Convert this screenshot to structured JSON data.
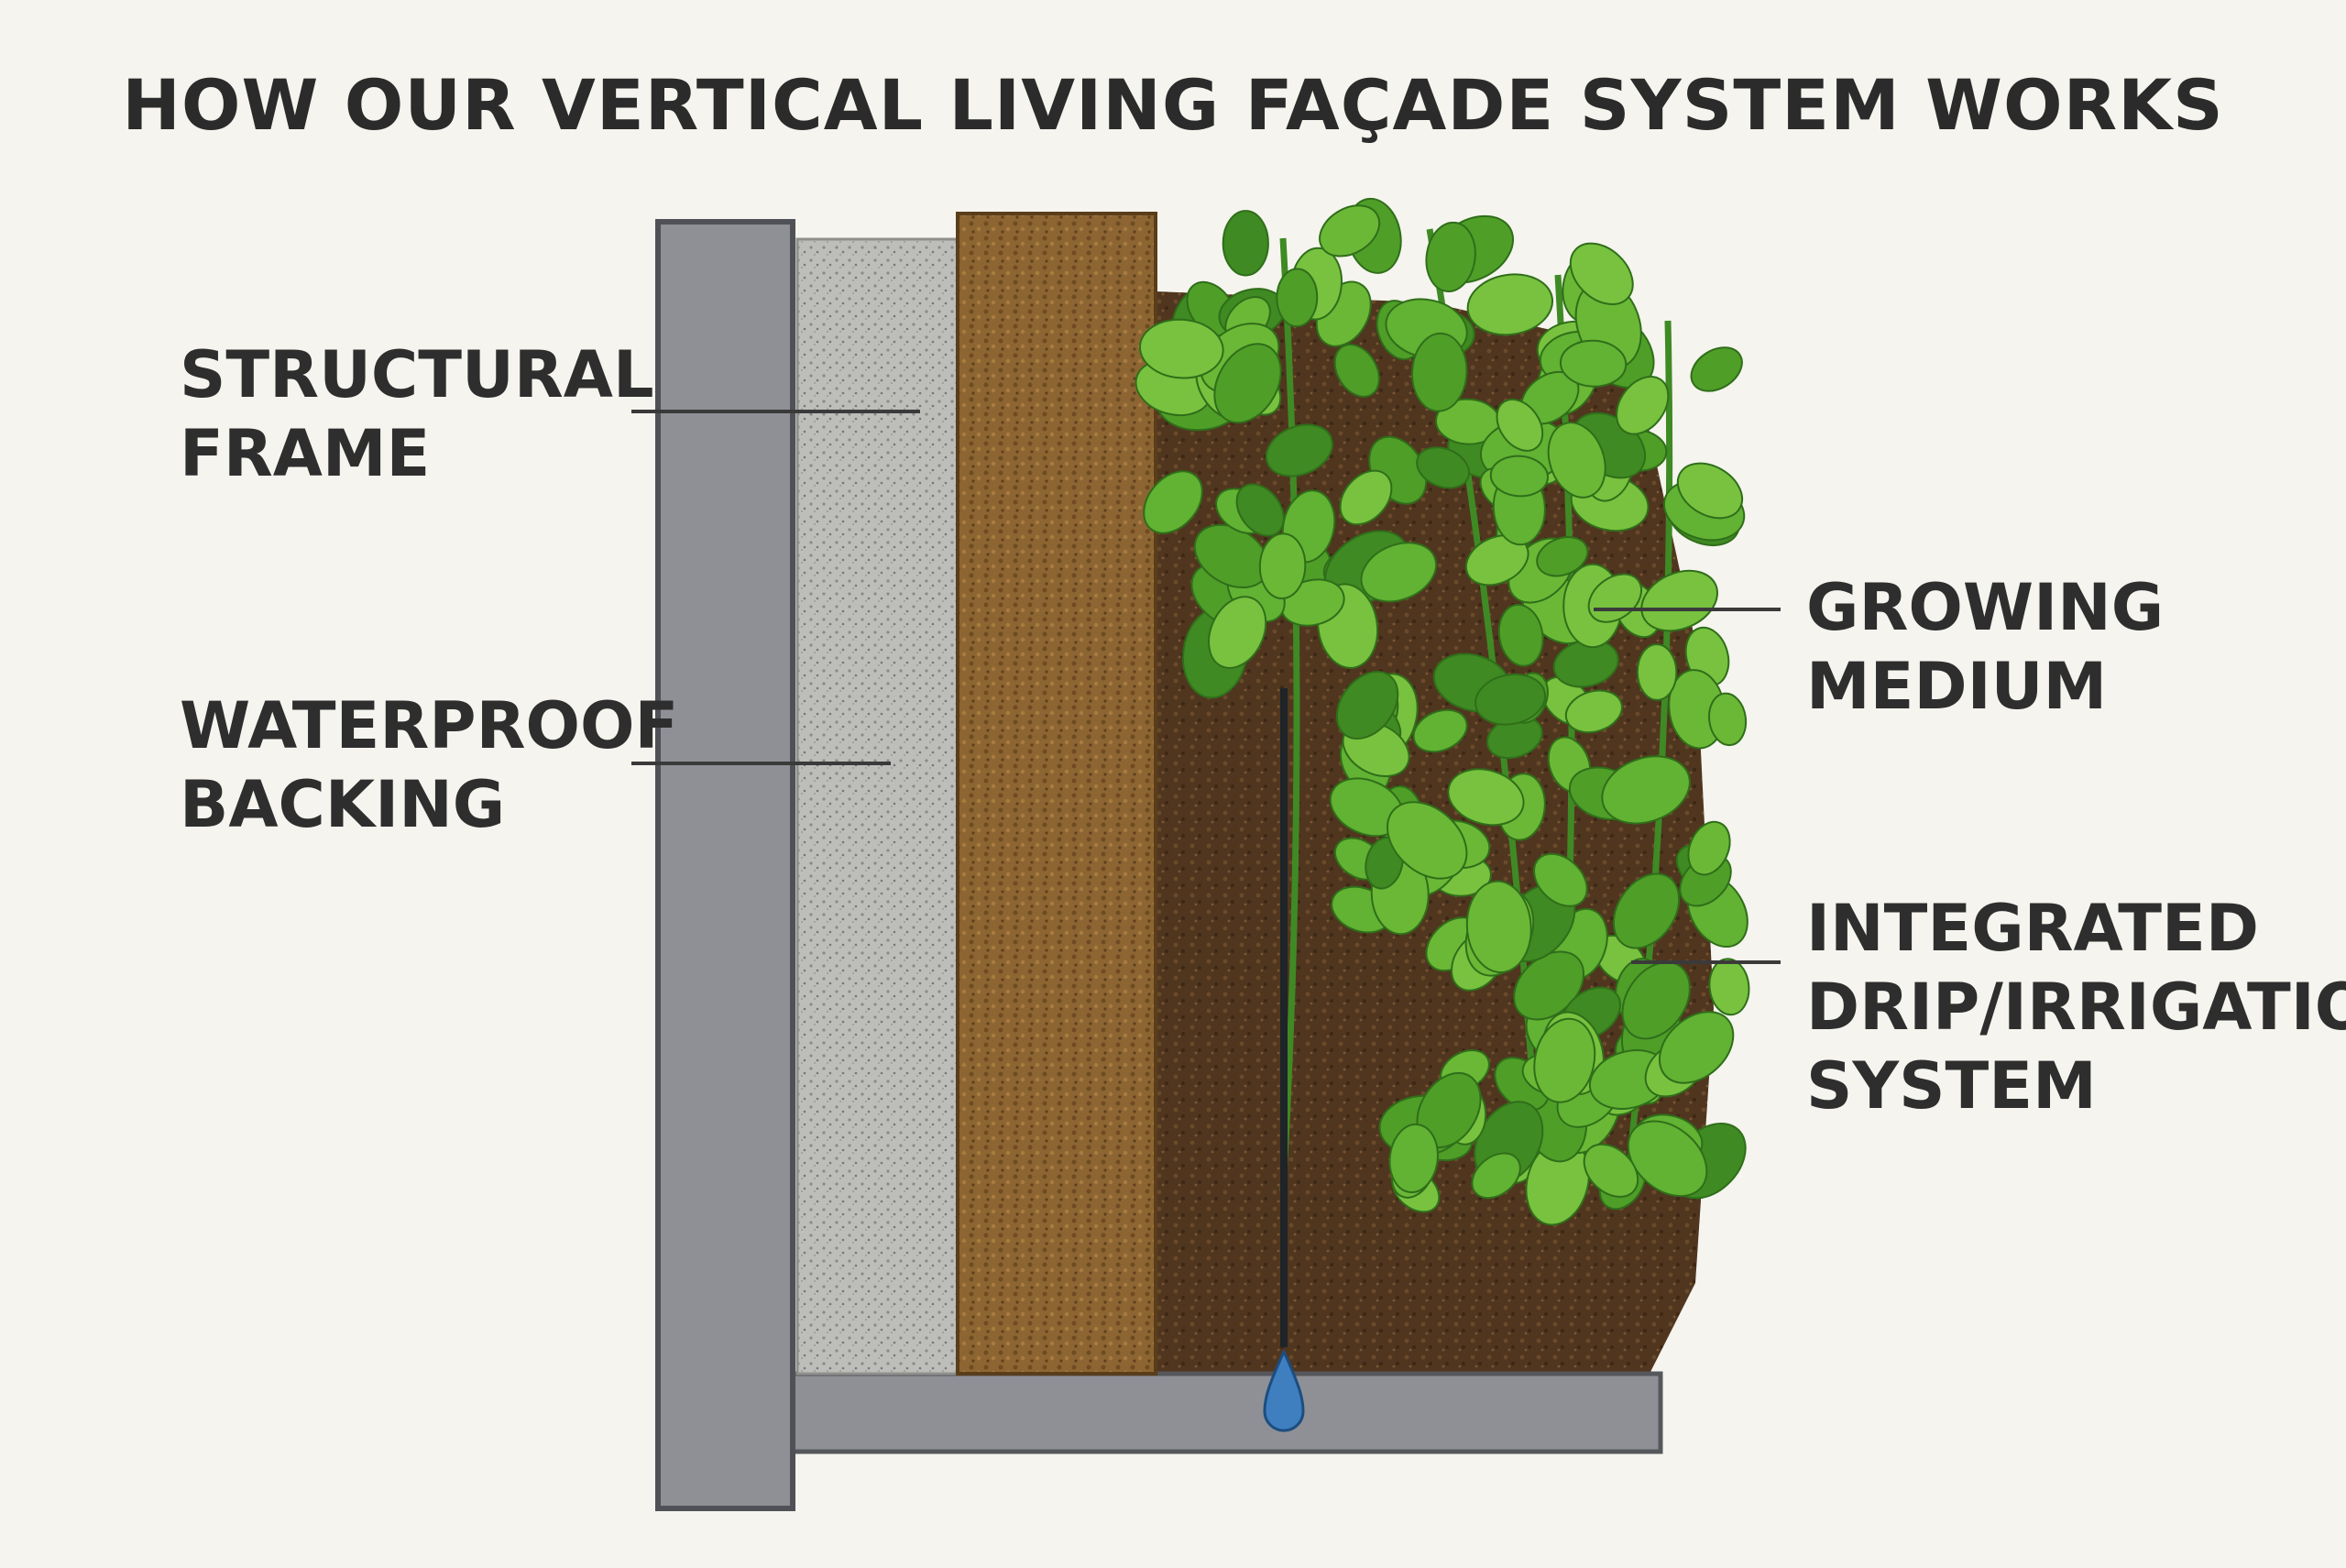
{
  "title": "HOW OUR VERTICAL LIVING FAÇADE SYSTEM WORKS",
  "labels": {
    "structural_frame": [
      "STRUCTURAL",
      "FRAME"
    ],
    "waterproof_backing": [
      "WATERPROOF",
      "BACKING"
    ],
    "growing_medium": [
      "GROWING",
      "MEDIUM"
    ],
    "irrigation": [
      "INTEGRATED",
      "DRIP/IRRIGATION",
      "SYSTEM"
    ]
  },
  "colors": {
    "frame": "#8e9096",
    "backing": "#b9b9b6",
    "board": "#8a6430",
    "soil": "#4e3520",
    "leaf": "#5aa82e",
    "water": "#3f7fc0"
  }
}
